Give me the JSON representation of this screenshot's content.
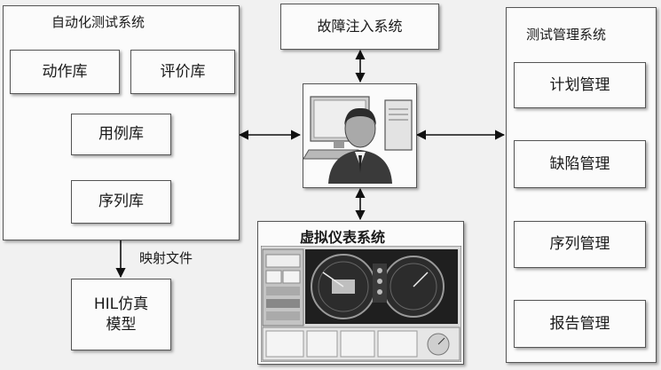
{
  "auto_test": {
    "title": "自动化测试系统",
    "action_lib": "动作库",
    "eval_lib": "评价库",
    "usecase_lib": "用例库",
    "sequence_lib": "序列库"
  },
  "mapping_label": "映射文件",
  "hil_model": "HIL仿真\n模型",
  "fault_injection": "故障注入系统",
  "virtual_instrument": {
    "title": "虚拟仪表系统"
  },
  "test_mgmt": {
    "title": "测试管理系统",
    "items": [
      "计划管理",
      "缺陷管理",
      "序列管理",
      "报告管理"
    ]
  }
}
